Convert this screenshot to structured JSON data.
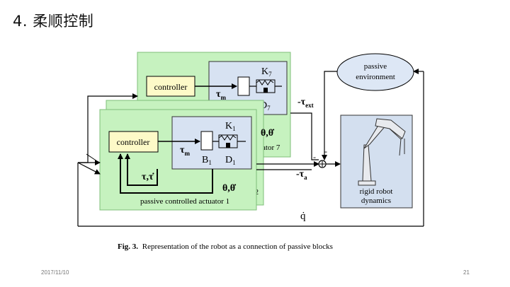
{
  "slide": {
    "title": "4. 柔顺控制",
    "date": "2017/11/10",
    "page_number": "21"
  },
  "diagram": {
    "controller_label": "controller",
    "tau_m": "τ",
    "tau_m_sub": "m",
    "spring_label": "K",
    "damper_label": "D",
    "inertia_label": "B",
    "index_back": "7",
    "index_front": "1",
    "index_middle": "2",
    "tau_feedback": "τ,τ̇",
    "theta_feedback": "θ,θ̇",
    "actuator_back_label": "ator 7",
    "actuator_front_label": "passive controlled actuator 1",
    "environment_line1": "passive",
    "environment_line2": "environment",
    "tau_ext": "-τ",
    "tau_ext_sub": "ext",
    "tau_a": "-τ",
    "tau_a_sub": "a",
    "robot_line1": "rigid robot",
    "robot_line2": "dynamics",
    "qdot": "q̇",
    "minus_sign": "-",
    "plus_sign": "-",
    "caption_bold": "Fig. 3.",
    "caption_text": "Representation of the robot as a connection of passive blocks"
  },
  "colors": {
    "actuator_green": "#c6f2bf",
    "controller_yellow": "#fdfac8",
    "motor_blue": "#d7e2f2",
    "robot_blue": "#d3dfef",
    "env_blue": "#dde7f5"
  }
}
